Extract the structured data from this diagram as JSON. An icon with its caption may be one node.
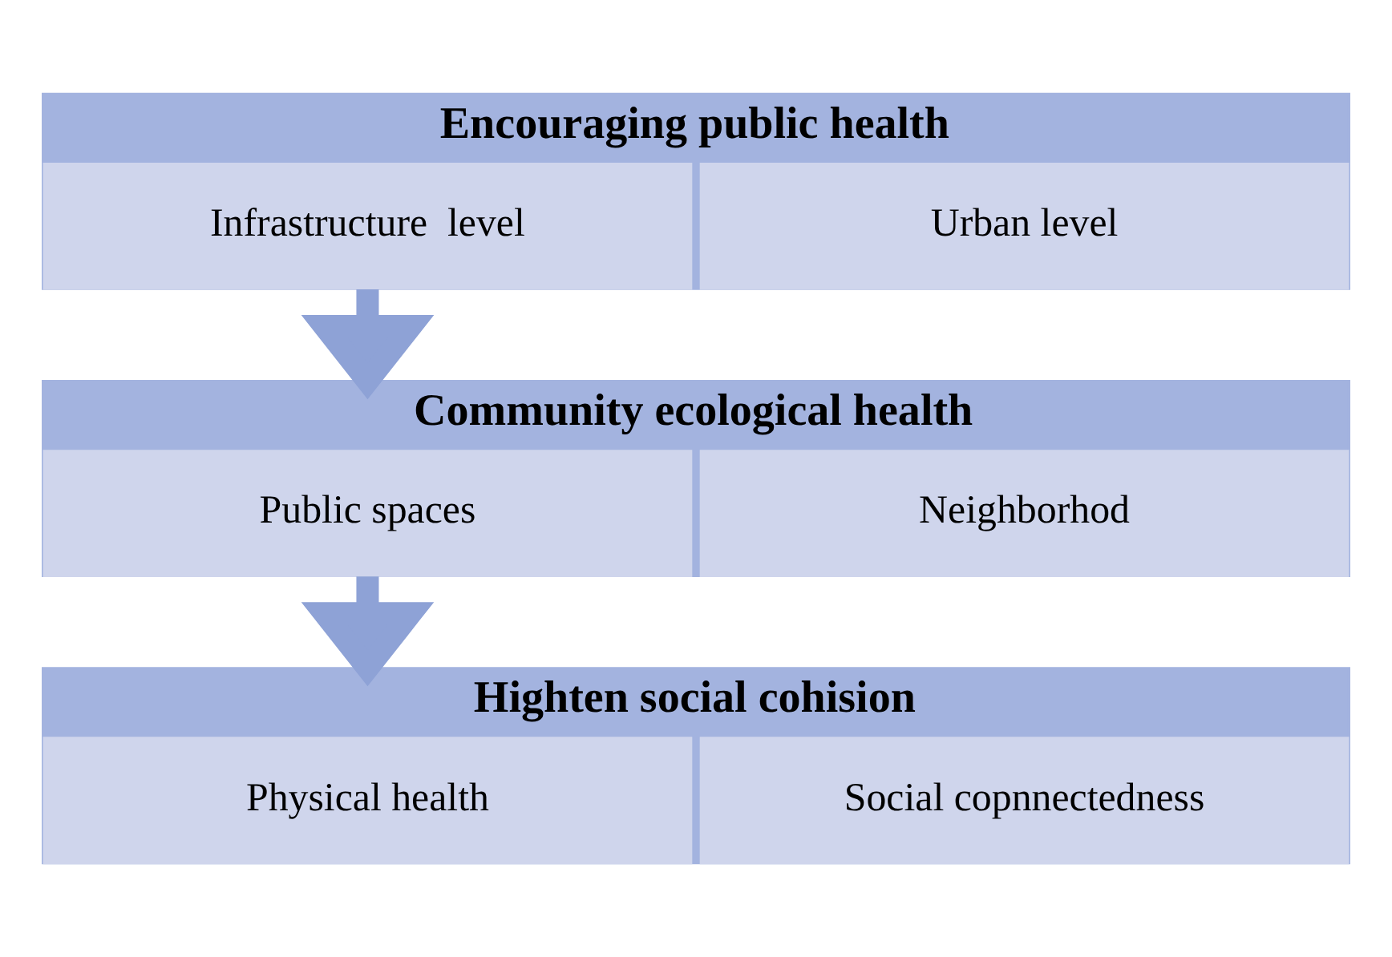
{
  "diagram": {
    "nodes": [
      {
        "text": [
          "Encouraging public health"
        ]
      },
      {
        "text": [
          "Infrastructure  level"
        ],
        "in": 0
      },
      {
        "text": [
          "Urban level"
        ],
        "in": 0
      },
      {
        "text": [
          "Community ecological health"
        ]
      },
      {
        "text": [
          "Public spaces"
        ],
        "in": 3
      },
      {
        "text": [
          "Neighborhod"
        ],
        "in": 3
      },
      {
        "text": [
          "Highten social cohision"
        ]
      },
      {
        "text": [
          "Physical health"
        ],
        "in": 6
      },
      {
        "text": [
          "Social copnnectedness"
        ],
        "in": 6
      }
    ],
    "edges": [
      {
        "from": 0,
        "to": 3,
        "arrow": "to"
      },
      {
        "from": 3,
        "to": 6,
        "arrow": "to"
      }
    ]
  }
}
